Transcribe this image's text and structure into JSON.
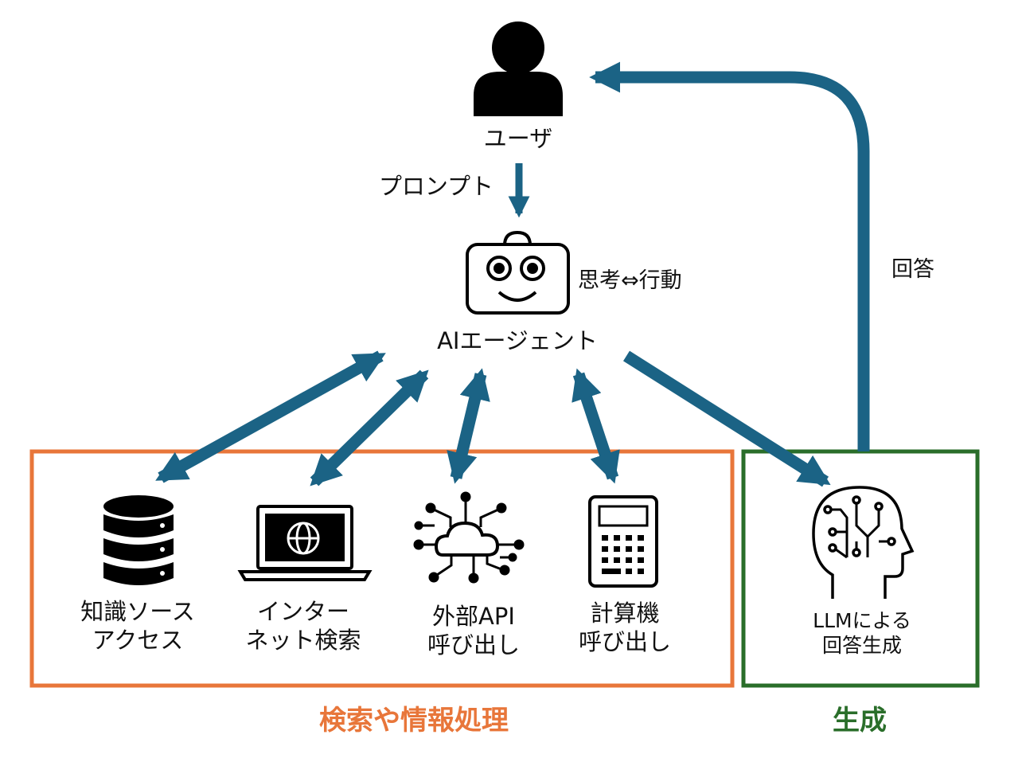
{
  "colors": {
    "arrow": "#1b6385",
    "search_box": "#e8763a",
    "generate_box": "#2a6e2a",
    "icon": "#000000"
  },
  "user": {
    "label": "ユーザ",
    "icon": "person-icon"
  },
  "prompt": {
    "label": "プロンプト"
  },
  "agent": {
    "label": "AIエージェント",
    "thinking": "思考⇔行動",
    "icon": "robot-icon"
  },
  "answer": {
    "label": "回答"
  },
  "tools": [
    {
      "line1": "知識ソース",
      "line2": "アクセス",
      "icon": "database-icon"
    },
    {
      "line1": "インター",
      "line2": "ネット検索",
      "icon": "laptop-globe-icon"
    },
    {
      "line1": "外部API",
      "line2": "呼び出し",
      "icon": "cloud-network-icon"
    },
    {
      "line1": "計算機",
      "line2": "呼び出し",
      "icon": "calculator-icon"
    }
  ],
  "llm": {
    "line1": "LLMによる",
    "line2": "回答生成",
    "icon": "ai-head-icon"
  },
  "groups": {
    "search": "検索や情報処理",
    "generate": "生成"
  }
}
